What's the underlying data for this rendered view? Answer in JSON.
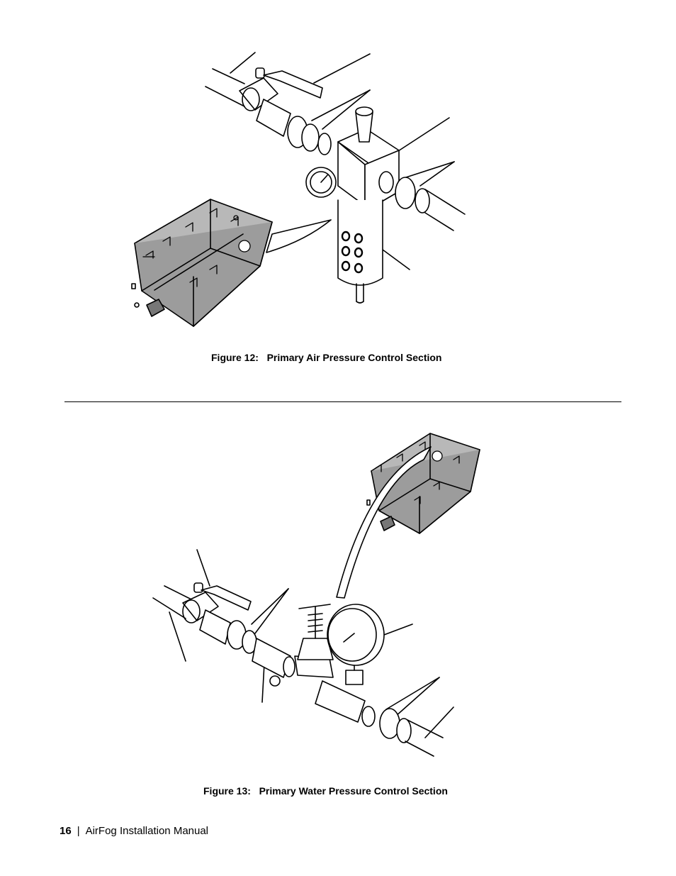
{
  "figures": [
    {
      "number_label": "Figure 12:",
      "title": "Primary Air Pressure Control Section"
    },
    {
      "number_label": "Figure 13:",
      "title": "Primary Water Pressure Control Section"
    }
  ],
  "footer": {
    "page_number": "16",
    "separator": "|",
    "manual_title": "AirFog Installation Manual"
  }
}
